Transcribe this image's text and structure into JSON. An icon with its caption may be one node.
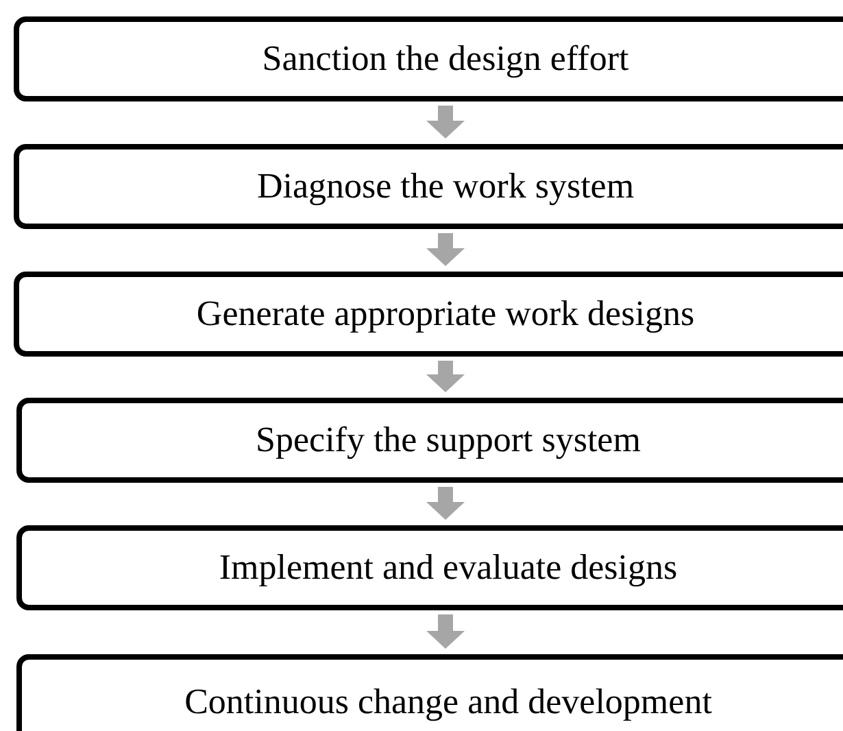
{
  "diagram": {
    "nodes": [
      {
        "text": [
          "Sanction the design effort"
        ]
      },
      {
        "text": [
          "Diagnose the work system"
        ]
      },
      {
        "text": [
          "Generate appropriate work designs"
        ]
      },
      {
        "text": [
          "Specify the support system"
        ]
      },
      {
        "text": [
          "Implement and evaluate designs"
        ]
      },
      {
        "text": [
          "Continuous change and development"
        ]
      }
    ],
    "edges": [
      {
        "from": 0,
        "to": 1,
        "arrow": "to"
      },
      {
        "from": 1,
        "to": 2,
        "arrow": "to"
      },
      {
        "from": 2,
        "to": 3,
        "arrow": "to"
      },
      {
        "from": 3,
        "to": 4,
        "arrow": "to"
      },
      {
        "from": 4,
        "to": 5,
        "arrow": "to"
      }
    ]
  }
}
